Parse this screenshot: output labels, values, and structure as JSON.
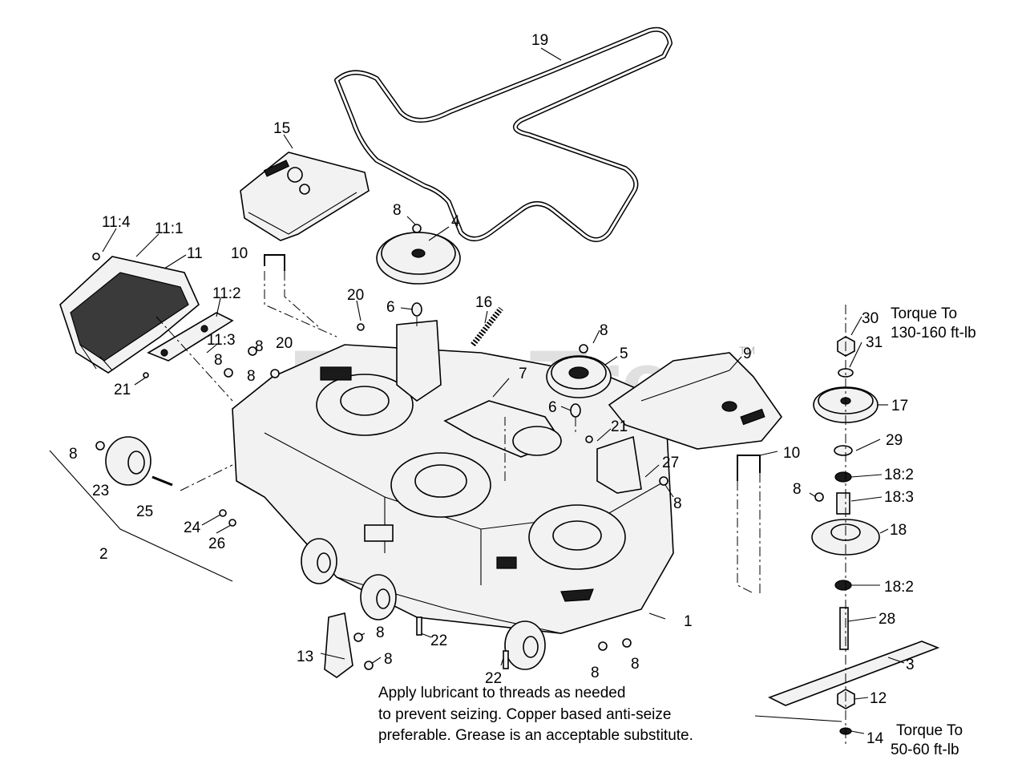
{
  "watermark": "PartsTree",
  "trademark": "TM",
  "callouts": {
    "c19": "19",
    "c15": "15",
    "c4": "4",
    "c8a": "8",
    "c6a": "6",
    "c16": "16",
    "c11_4": "11:4",
    "c11_1": "11:1",
    "c11": "11",
    "c10a": "10",
    "c11_2": "11:2",
    "c20a": "20",
    "c11_3": "11:3",
    "c8b": "8",
    "c20b": "20",
    "c8c": "8",
    "c21a": "21",
    "c8d": "8",
    "c5": "5",
    "c9": "9",
    "c7": "7",
    "c6b": "6",
    "c21b": "21",
    "c10b": "10",
    "c27": "27",
    "c8e": "8",
    "c8f": "8",
    "c23": "23",
    "c25": "25",
    "c24": "24",
    "c26": "26",
    "c2": "2",
    "c1": "1",
    "c13": "13",
    "c8g": "8",
    "c8h": "8",
    "c22a": "22",
    "c22b": "22",
    "c8i": "8",
    "c8j": "8",
    "c30": "30",
    "c31": "31",
    "c17": "17",
    "c29": "29",
    "c18_2a": "18:2",
    "c8k": "8",
    "c18_3": "18:3",
    "c18": "18",
    "c18_2b": "18:2",
    "c28": "28",
    "c3": "3",
    "c12": "12",
    "c14": "14"
  },
  "notes": {
    "torque_top_1": "Torque To",
    "torque_top_2": "130-160 ft-lb",
    "torque_bottom_1": "Torque To",
    "torque_bottom_2": "50-60 ft-lb",
    "lube_1": "Apply lubricant to threads as needed",
    "lube_2": "to prevent seizing. Copper based anti-seize",
    "lube_3": "preferable. Grease is an acceptable substitute."
  }
}
